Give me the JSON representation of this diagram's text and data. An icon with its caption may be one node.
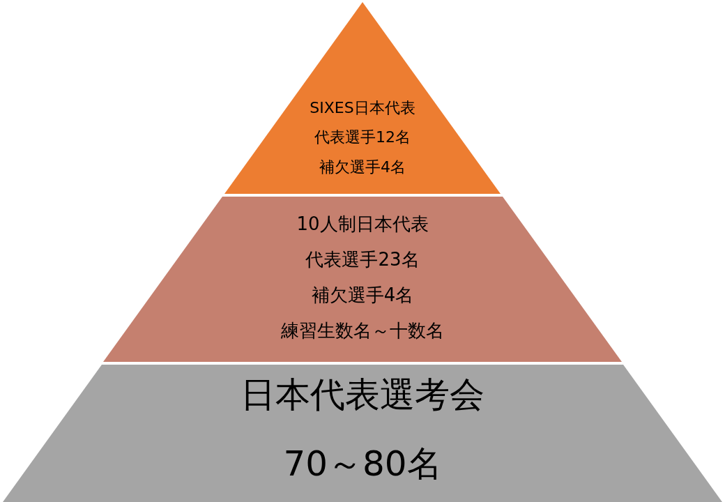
{
  "diagram": {
    "nodes": [
      {
        "text": [
          "SIXES日本代表",
          "代表選手12名",
          "補欠選手4名"
        ]
      },
      {
        "text": [
          "10人制日本代表",
          "代表選手23名",
          "補欠選手4名",
          "練習生数名～十数名"
        ]
      },
      {
        "text": [
          "日本代表選考会",
          "70～80名"
        ]
      }
    ]
  }
}
